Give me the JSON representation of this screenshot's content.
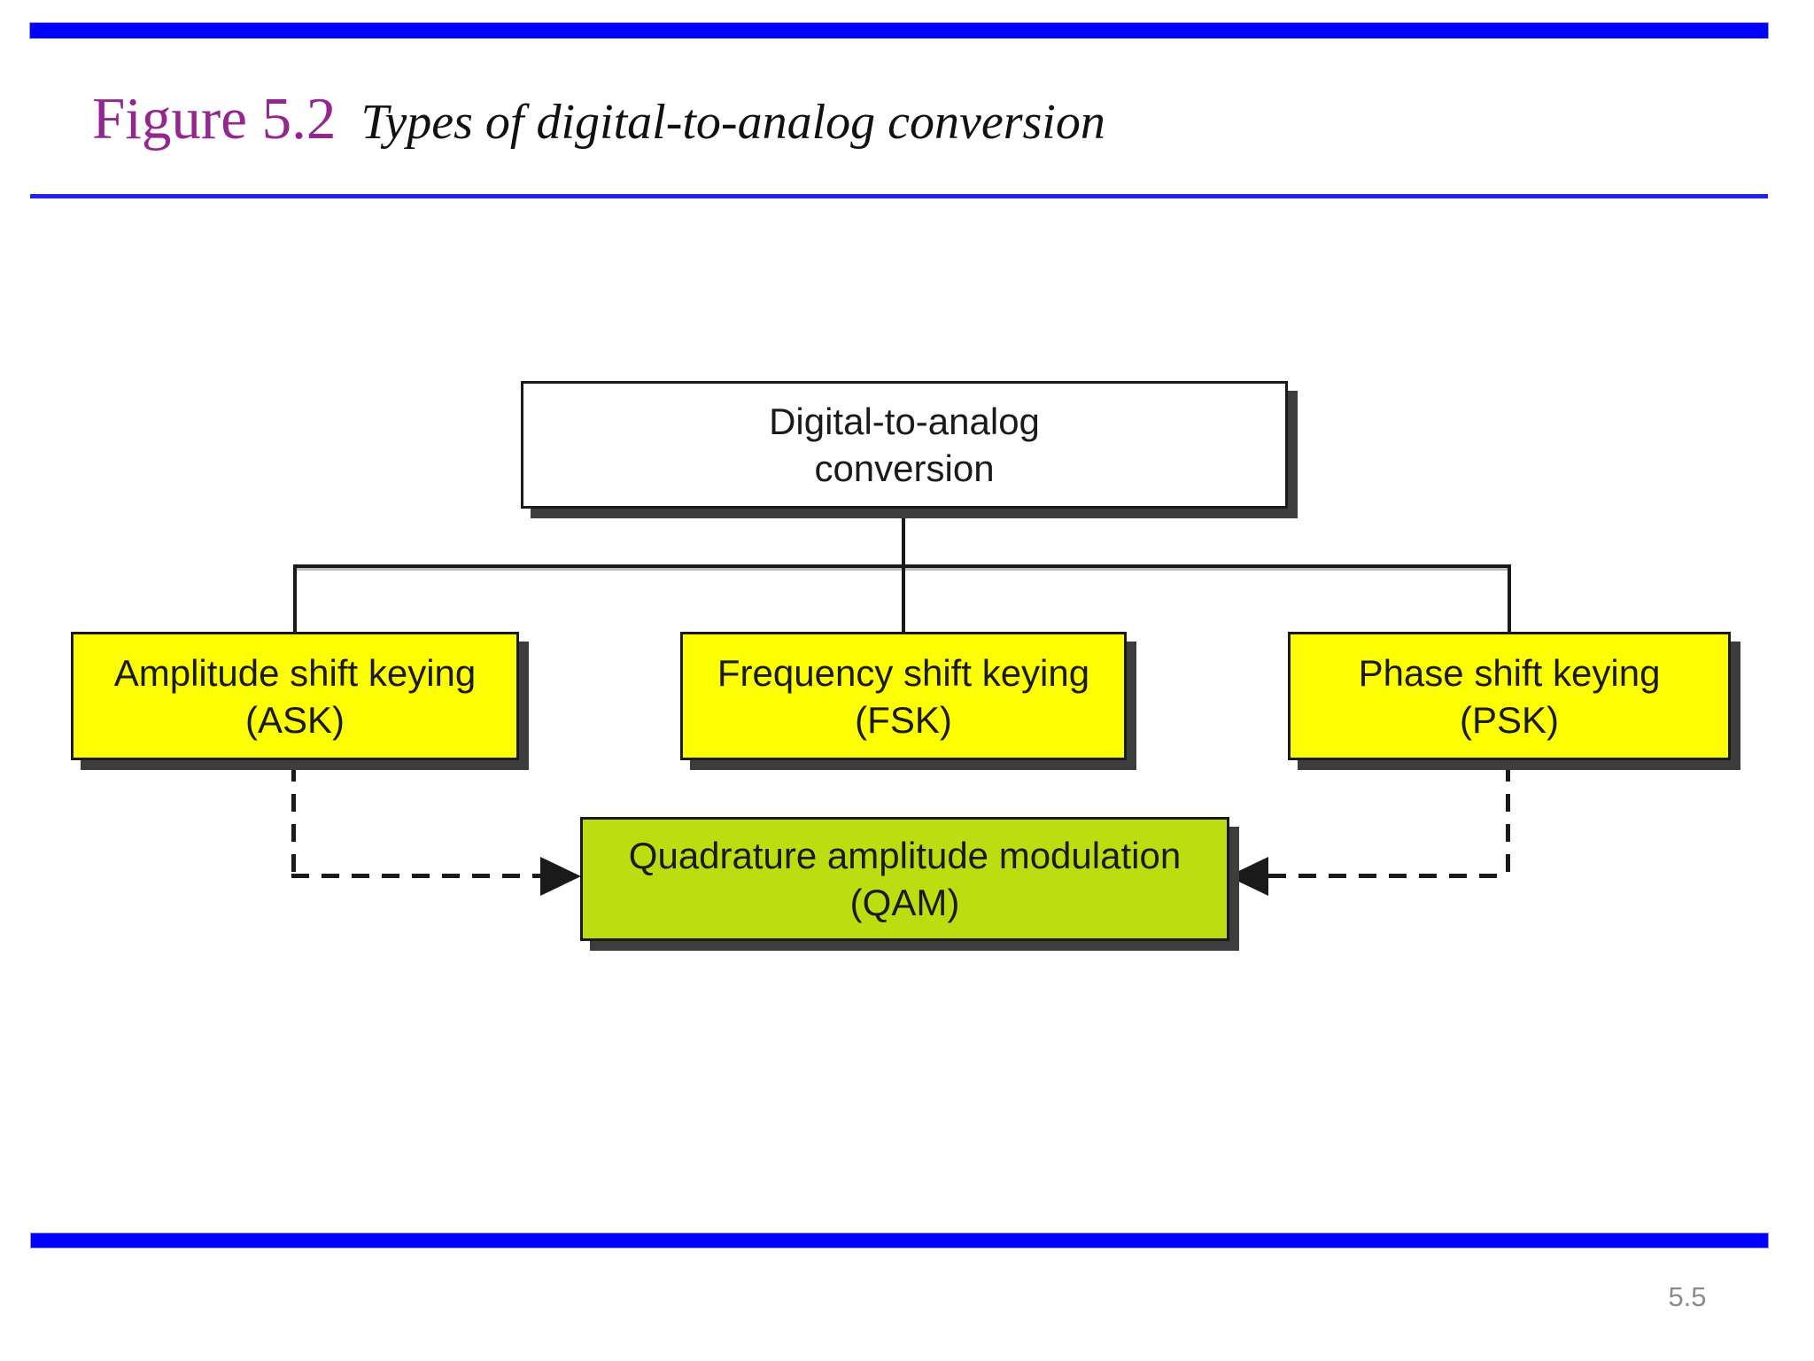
{
  "header": {
    "figure_label": "Figure 5.2",
    "figure_caption": "Types of digital-to-analog conversion"
  },
  "footer": {
    "page_number": "5.5"
  },
  "diagram": {
    "root": {
      "line1": "Digital-to-analog",
      "line2": "conversion"
    },
    "children": [
      {
        "id": "ask",
        "line1": "Amplitude shift keying",
        "line2": "(ASK)"
      },
      {
        "id": "fsk",
        "line1": "Frequency shift keying",
        "line2": "(FSK)"
      },
      {
        "id": "psk",
        "line1": "Phase shift keying",
        "line2": "(PSK)"
      }
    ],
    "merge": {
      "line1": "Quadrature amplitude modulation",
      "line2": "(QAM)"
    },
    "dashed_links": [
      {
        "from": "ask",
        "to": "qam",
        "direction": "right"
      },
      {
        "from": "psk",
        "to": "qam",
        "direction": "left"
      }
    ]
  },
  "colors": {
    "bar_blue": "#0101FE",
    "rule_blue": "#2222EE",
    "title_purple": "#93278F",
    "box_yellow": "#FEFE02",
    "box_green": "#BCDD10",
    "shadow_gray": "#3D3D3D",
    "page_gray": "#8A8A8A"
  }
}
